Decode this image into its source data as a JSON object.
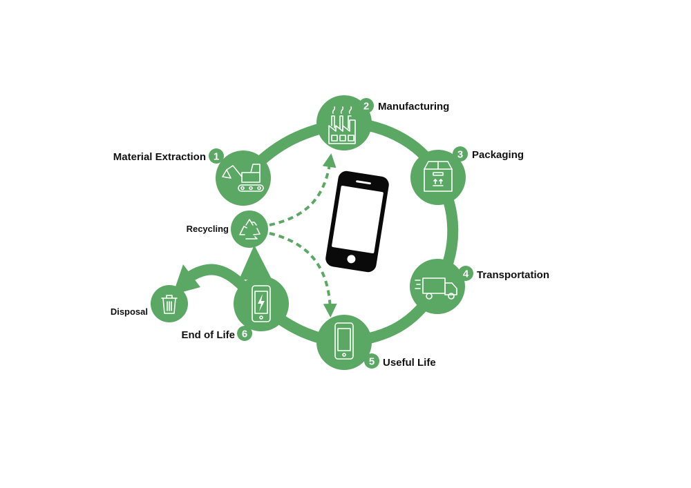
{
  "colors": {
    "accent": "#5aa864",
    "text": "#111111",
    "phone": "#0a0a0a"
  },
  "stages": [
    {
      "number": "1",
      "label": "Material Extraction",
      "icon": "excavator-icon"
    },
    {
      "number": "2",
      "label": "Manufacturing",
      "icon": "factory-icon"
    },
    {
      "number": "3",
      "label": "Packaging",
      "icon": "box-icon"
    },
    {
      "number": "4",
      "label": "Transportation",
      "icon": "truck-icon"
    },
    {
      "number": "5",
      "label": "Useful Life",
      "icon": "smartphone-icon"
    },
    {
      "number": "6",
      "label": "End of Life",
      "icon": "charging-phone-icon"
    }
  ],
  "recycling": {
    "label": "Recycling",
    "icon": "recycle-icon"
  },
  "disposal": {
    "label": "Disposal",
    "icon": "trash-icon"
  },
  "center_icon": "smartphone-icon"
}
